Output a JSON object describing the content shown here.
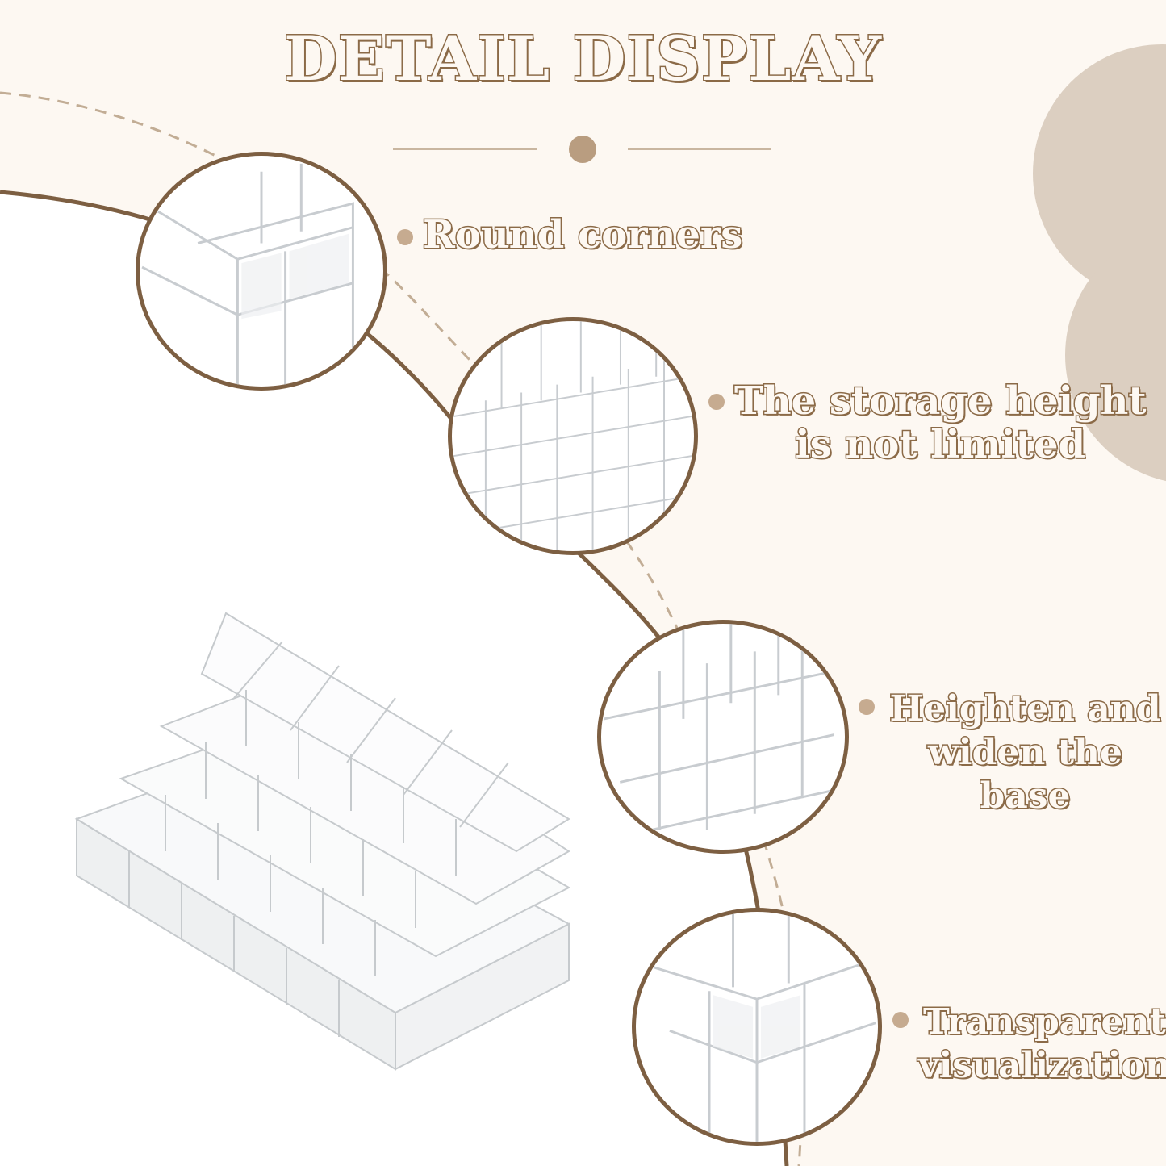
{
  "title": "DETAIL DISPLAY",
  "colors": {
    "background": "#fdf8f2",
    "brown_accent": "#7d5f42",
    "title_outline": "#8b6a47",
    "beige_blob": "#dccfc1",
    "bullet": "#c6ab90"
  },
  "features": [
    {
      "label": "Round corners",
      "icon": "zoom-corner-detail"
    },
    {
      "label": "The storage height\nis not limited",
      "icon": "zoom-storage-detail"
    },
    {
      "label": "Heighten and\nwiden the base",
      "icon": "zoom-base-detail"
    },
    {
      "label": "Transparent\nvisualization",
      "icon": "zoom-transparent-detail"
    }
  ],
  "product": {
    "icon": "acrylic-lipstick-organizer"
  }
}
